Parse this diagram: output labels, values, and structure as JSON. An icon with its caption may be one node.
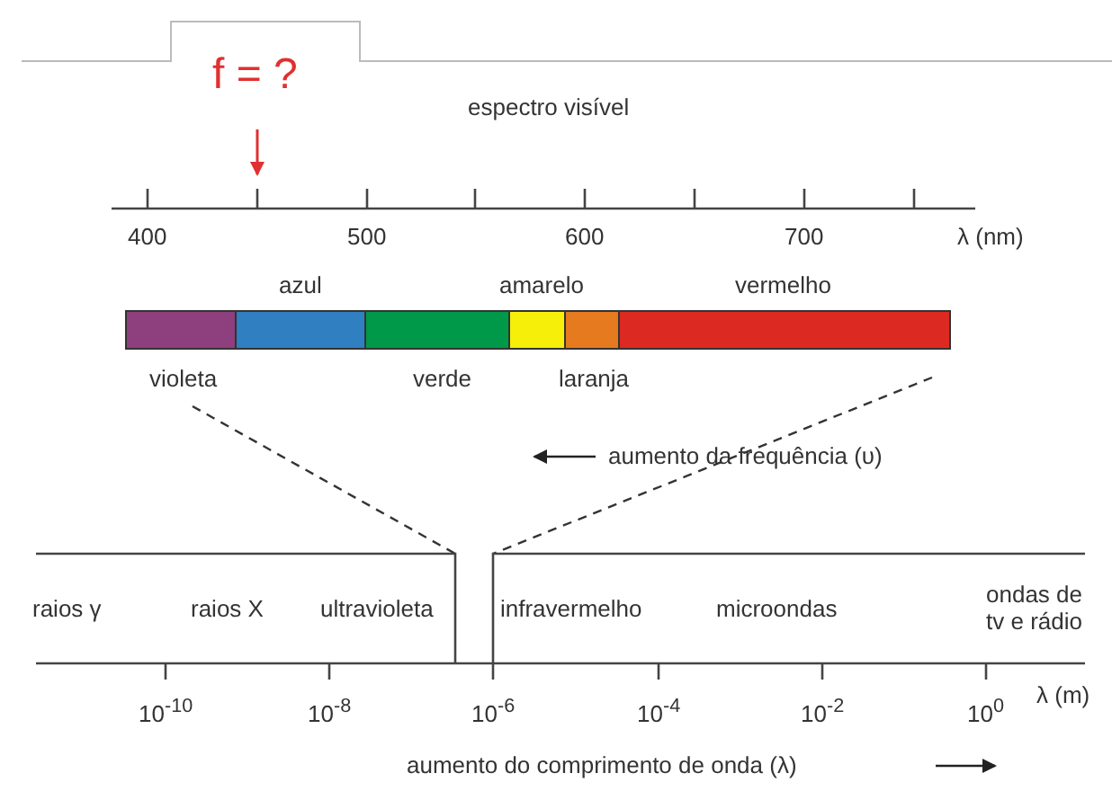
{
  "diagram": {
    "labels": [
      "f = ?",
      "espectro visível",
      "400",
      "500",
      "600",
      "700",
      "λ (nm)",
      "azul",
      "amarelo",
      "vermelho",
      "violeta",
      "verde",
      "laranja",
      "aumento da frequência (υ)",
      "raios γ",
      "raios X",
      "ultravioleta",
      "infravermelho",
      "microondas",
      "ondas de tv e rádio",
      "10$^{-10}$",
      "10$^{-8}$",
      "10$^{-6}$",
      "10$^{-4}$",
      "10$^{-2}$",
      "10$^{0}$",
      "λ (m)",
      "aumento do comprimento de onda (λ)"
    ]
  }
}
